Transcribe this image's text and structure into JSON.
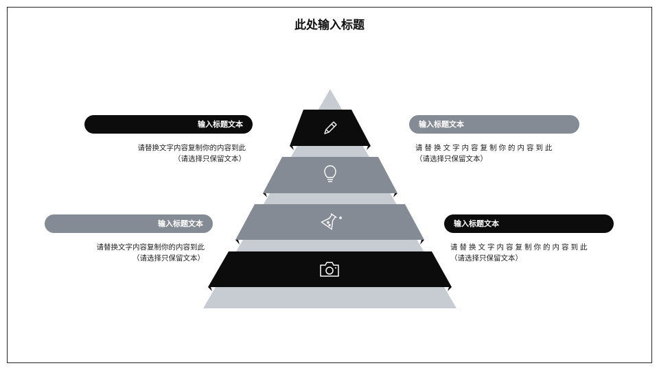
{
  "title": "此处输入标题",
  "items": [
    {
      "heading": "输入标题文本",
      "line1": "请替换文字内容复制你的内容到此",
      "line2": "（请选择只保留文本）",
      "style": "dark"
    },
    {
      "heading": "输入标题文本",
      "line1": "请替换文字内容复制你的内容到此",
      "line2": "（请选择只保留文本）",
      "style": "gray"
    },
    {
      "heading": "输入标题文本",
      "line1": "请替换文字内容复制你的内容到此",
      "line2": "（请选择只保留文本）",
      "style": "gray"
    },
    {
      "heading": "输入标题文本",
      "line1": "请替换文字内容复制你的内容到此",
      "line2": "（请选择只保留文本）",
      "style": "dark"
    }
  ],
  "pyramid_icons": [
    "pencil-icon",
    "lightbulb-icon",
    "flask-icon",
    "camera-icon"
  ],
  "colors": {
    "dark": "#0c0c0c",
    "gray": "#858b95",
    "pyramid_back": "#c7cbd2"
  }
}
